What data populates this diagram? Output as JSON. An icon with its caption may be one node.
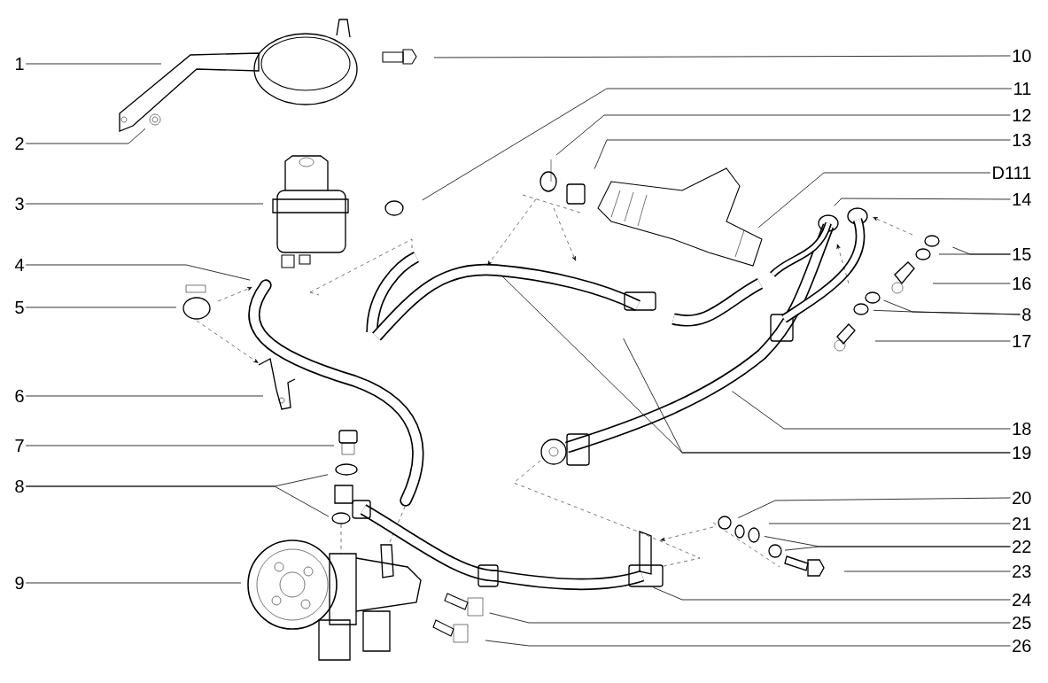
{
  "diagram": {
    "nodes": [
      {
        "text": [
          "1"
        ]
      },
      {
        "text": [
          "2"
        ]
      },
      {
        "text": [
          "3"
        ]
      },
      {
        "text": [
          "4"
        ]
      },
      {
        "text": [
          "5"
        ]
      },
      {
        "text": [
          "6"
        ]
      },
      {
        "text": [
          "7"
        ]
      },
      {
        "text": [
          "8"
        ]
      },
      {
        "text": [
          "9"
        ]
      },
      {
        "text": [
          "10"
        ]
      },
      {
        "text": [
          "11"
        ]
      },
      {
        "text": [
          "12"
        ]
      },
      {
        "text": [
          "13"
        ]
      },
      {
        "text": [
          "D111"
        ]
      },
      {
        "text": [
          "14"
        ]
      },
      {
        "text": [
          "15"
        ]
      },
      {
        "text": [
          "16"
        ]
      },
      {
        "text": [
          "8"
        ]
      },
      {
        "text": [
          "17"
        ]
      },
      {
        "text": [
          "18"
        ]
      },
      {
        "text": [
          "19"
        ]
      },
      {
        "text": [
          "20"
        ]
      },
      {
        "text": [
          "21"
        ]
      },
      {
        "text": [
          "22"
        ]
      },
      {
        "text": [
          "23"
        ]
      },
      {
        "text": [
          "24"
        ]
      },
      {
        "text": [
          "25"
        ]
      },
      {
        "text": [
          "26"
        ]
      }
    ],
    "edges": [
      {
        "from": 0,
        "to": null,
        "arrow": "none"
      },
      {
        "from": 1,
        "to": null,
        "arrow": "none"
      },
      {
        "from": 2,
        "to": null,
        "arrow": "none"
      },
      {
        "from": 3,
        "to": null,
        "arrow": "none"
      },
      {
        "from": 4,
        "to": null,
        "arrow": "none"
      },
      {
        "from": 5,
        "to": null,
        "arrow": "none"
      },
      {
        "from": 6,
        "to": null,
        "arrow": "none"
      },
      {
        "from": 7,
        "to": null,
        "arrow": "none"
      },
      {
        "from": 7,
        "to": null,
        "arrow": "none"
      },
      {
        "from": 8,
        "to": null,
        "arrow": "none"
      },
      {
        "from": 9,
        "to": null,
        "arrow": "none"
      },
      {
        "from": 10,
        "to": null,
        "arrow": "none"
      },
      {
        "from": 11,
        "to": null,
        "arrow": "none"
      },
      {
        "from": 12,
        "to": null,
        "arrow": "none"
      },
      {
        "from": 13,
        "to": null,
        "arrow": "none"
      },
      {
        "from": 14,
        "to": null,
        "arrow": "none"
      },
      {
        "from": 15,
        "to": null,
        "arrow": "none"
      },
      {
        "from": 15,
        "to": null,
        "arrow": "none"
      },
      {
        "from": 16,
        "to": null,
        "arrow": "none"
      },
      {
        "from": 17,
        "to": null,
        "arrow": "none"
      },
      {
        "from": 17,
        "to": null,
        "arrow": "none"
      },
      {
        "from": 18,
        "to": null,
        "arrow": "none"
      },
      {
        "from": 19,
        "to": null,
        "arrow": "none"
      },
      {
        "from": 20,
        "to": null,
        "arrow": "none"
      },
      {
        "from": 20,
        "to": null,
        "arrow": "none"
      },
      {
        "from": 21,
        "to": null,
        "arrow": "none"
      },
      {
        "from": 22,
        "to": null,
        "arrow": "none"
      },
      {
        "from": 23,
        "to": null,
        "arrow": "none"
      },
      {
        "from": 23,
        "to": null,
        "arrow": "none"
      },
      {
        "from": 24,
        "to": null,
        "arrow": "none"
      },
      {
        "from": 25,
        "to": null,
        "arrow": "none"
      },
      {
        "from": 26,
        "to": null,
        "arrow": "none"
      },
      {
        "from": 27,
        "to": null,
        "arrow": "none"
      }
    ]
  }
}
